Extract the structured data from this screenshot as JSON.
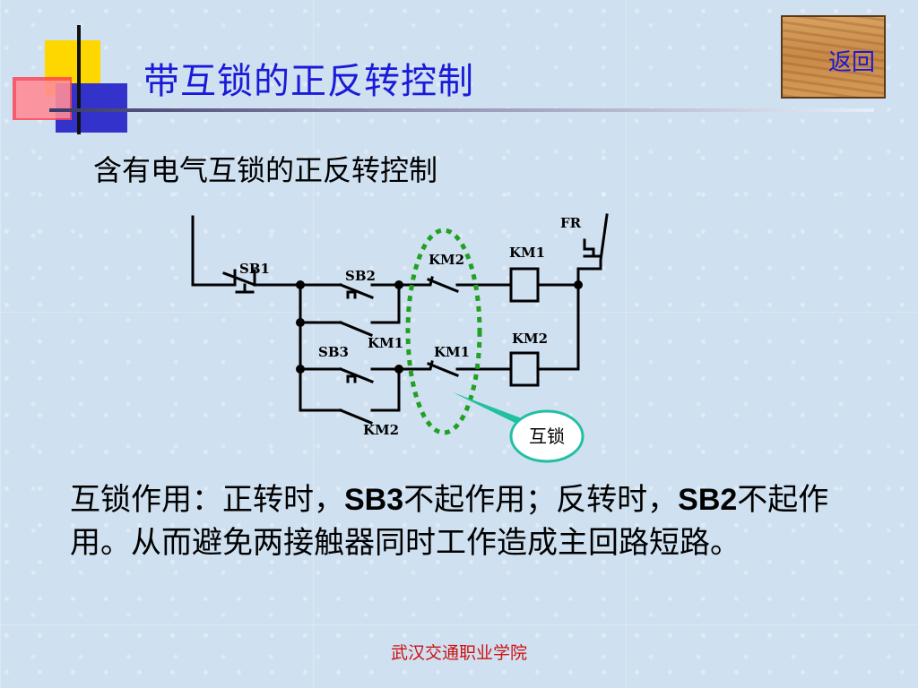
{
  "title": "带互锁的正反转控制",
  "back_button": "返回",
  "subtitle": "含有电气互锁的正反转控制",
  "diagram": {
    "labels": {
      "fr": "FR",
      "sb1": "SB1",
      "sb2": "SB2",
      "sb3": "SB3",
      "km1_hold": "KM1",
      "km2_hold": "KM2",
      "km2_interlock": "KM2",
      "km1_interlock": "KM1",
      "km1_coil": "KM1",
      "km2_coil": "KM2"
    },
    "callout": "互锁"
  },
  "body": {
    "p1": "互锁作用：正转时，",
    "p1_bold": "SB3",
    "p2": "不起作用；反转时，",
    "p2_bold": "SB2",
    "p3": "不起作用。从而避免两接触器同时工作造成主回路短路。"
  },
  "footer": "武汉交通职业学院",
  "colors": {
    "title": "#1a1ad8",
    "footer": "#d01010",
    "interlock_dash": "#22a022",
    "callout_border": "#20c0a0"
  }
}
